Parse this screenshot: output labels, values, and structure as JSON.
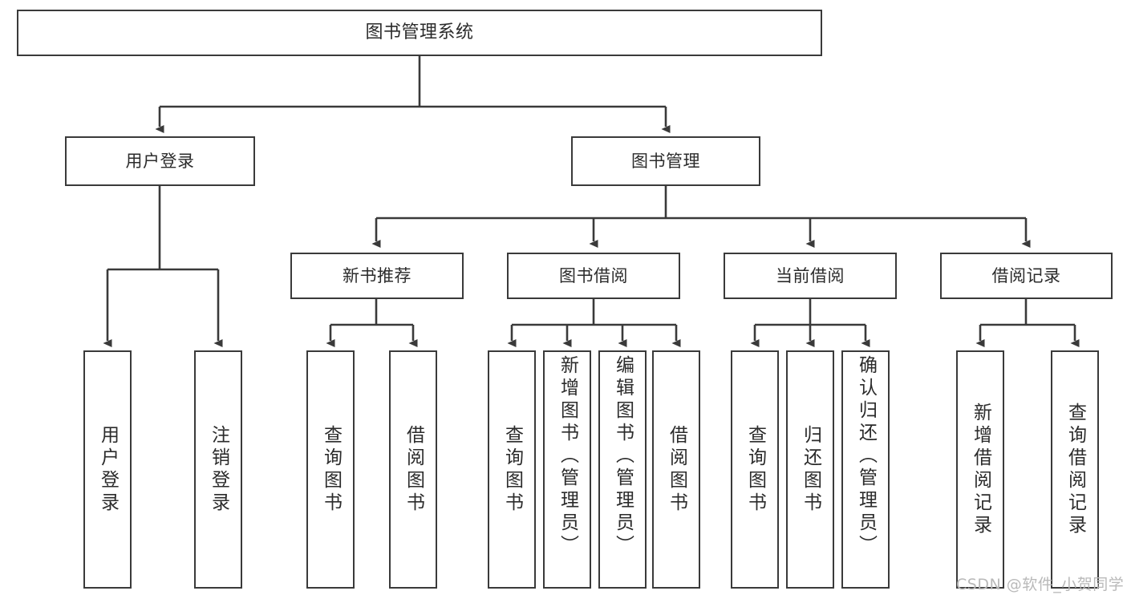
{
  "diagram": {
    "type": "tree",
    "title": "图书管理系统",
    "orientation": "top-down",
    "colors": {
      "box_border": "#3a3a3a",
      "box_fill": "#ffffff",
      "connector": "#3a3a3a",
      "text": "#2b2b2b",
      "watermark": "#b9b9b9",
      "background": "#ffffff"
    },
    "root": {
      "id": "root",
      "label": "图书管理系统"
    },
    "level1": [
      {
        "id": "user-login",
        "label": "用户登录"
      },
      {
        "id": "book-manage",
        "label": "图书管理"
      }
    ],
    "level2": [
      {
        "id": "new-book-recommend",
        "label": "新书推荐",
        "parent": "book-manage"
      },
      {
        "id": "book-borrow",
        "label": "图书借阅",
        "parent": "book-manage"
      },
      {
        "id": "current-borrow",
        "label": "当前借阅",
        "parent": "book-manage"
      },
      {
        "id": "borrow-record",
        "label": "借阅记录",
        "parent": "book-manage"
      }
    ],
    "leaves": [
      {
        "id": "leaf-user-login",
        "label": "用户登录",
        "parent": "user-login"
      },
      {
        "id": "leaf-user-logout",
        "label": "注销登录",
        "parent": "user-login"
      },
      {
        "id": "leaf-query-book-rec",
        "label": "查询图书",
        "parent": "new-book-recommend"
      },
      {
        "id": "leaf-borrow-book-rec",
        "label": "借阅图书",
        "parent": "new-book-recommend"
      },
      {
        "id": "leaf-query-book-borrow",
        "label": "查询图书",
        "parent": "book-borrow"
      },
      {
        "id": "leaf-add-book",
        "label": "新增图书（管理员）",
        "parent": "book-borrow"
      },
      {
        "id": "leaf-edit-book",
        "label": "编辑图书（管理员）",
        "parent": "book-borrow"
      },
      {
        "id": "leaf-borrow-book",
        "label": "借阅图书",
        "parent": "book-borrow"
      },
      {
        "id": "leaf-query-book-current",
        "label": "查询图书",
        "parent": "current-borrow"
      },
      {
        "id": "leaf-return-book",
        "label": "归还图书",
        "parent": "current-borrow"
      },
      {
        "id": "leaf-confirm-return",
        "label": "确认归还（管理员）",
        "parent": "current-borrow"
      },
      {
        "id": "leaf-add-record",
        "label": "新增借阅记录",
        "parent": "borrow-record"
      },
      {
        "id": "leaf-query-record",
        "label": "查询借阅记录",
        "parent": "borrow-record"
      }
    ]
  },
  "watermark": {
    "text": "CSDN @软件_小贺同学"
  }
}
